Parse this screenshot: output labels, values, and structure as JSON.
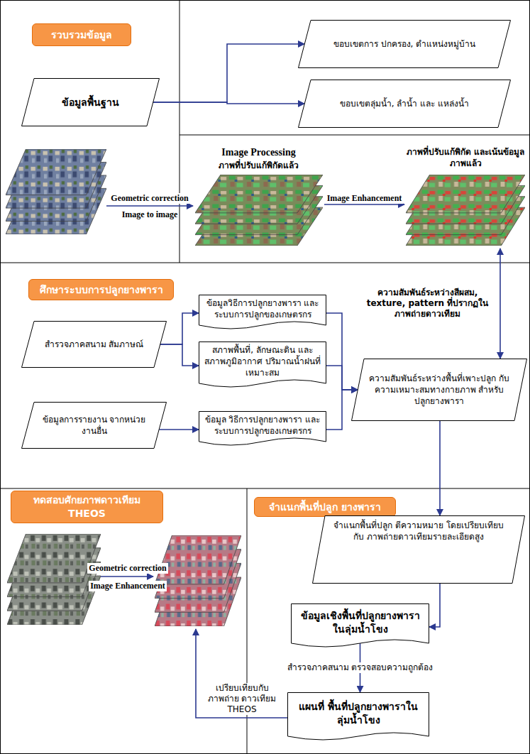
{
  "diagram": {
    "nodes": [
      {
        "text": [
          "รวบรวมข้อมูล"
        ]
      },
      {
        "text": [
          "ข้อมูลพื้นฐาน"
        ]
      },
      {
        "text": [
          "ขอบเขตการ ปกครอง, ตำแหน่งหมู่บ้าน"
        ]
      },
      {
        "text": [
          "ขอบเขตลุ่มน้ำ, ลำน้ำ และ แหล่งน้ำ"
        ]
      },
      {
        "text": [
          "Image Processing",
          "ภาพที่ปรับแก้พิกัดแล้ว"
        ]
      },
      {
        "text": [
          "ภาพที่ปรับแก้พิกัด และเน้นข้อมูลภาพแล้ว"
        ]
      },
      {
        "text": [
          "ศึกษาระบบการปลูกยางพารา"
        ]
      },
      {
        "text": [
          "สำรวจภาคสนาม สัมภาษณ์"
        ]
      },
      {
        "text": [
          "ข้อมูลวิธีการปลูกยางพารา และระบบการปลูกของเกษตรกร"
        ]
      },
      {
        "text": [
          "สภาพพื้นที่, ลักษณะดิน และสภาพภูมิอากาศ ปริมาณน้ำฝนที่เหมาะสม"
        ]
      },
      {
        "text": [
          "ข้อมูลการรายงาน จากหน่วยงานอื่น"
        ]
      },
      {
        "text": [
          "ข้อมูล วิธีการปลูกยางพารา และระบบการปลูกของเกษตรกร"
        ]
      },
      {
        "text": [
          "ความสัมพันธ์ระหว่างพื้นที่เพาะปลูก กับความเหมาะสมทางกายภาพ สำหรับปลูกยางพารา"
        ]
      },
      {
        "text": [
          "ทดสอบศักยภาพดาวเทียม THEOS"
        ]
      },
      {
        "text": [
          "จำแนกพื้นที่ปลูก ยางพารา"
        ]
      },
      {
        "text": [
          "จำแนกพื้นที่ปลูก ตีความหมาย โดยเปรียบเทียบกับ ภาพถ่ายดาวเทียมรายละเอียดสูง"
        ]
      },
      {
        "text": [
          "ข้อมูลเชิงพื้นที่ปลูกยางพารา ในลุ่มน้ำโขง"
        ]
      },
      {
        "text": [
          "แผนที่ พื้นที่ปลูกยางพาราในลุ่มน้ำโขง"
        ]
      }
    ],
    "edges": [
      {
        "from": 1,
        "to": 2,
        "arrow": "to"
      },
      {
        "from": 1,
        "to": 3,
        "arrow": "to"
      },
      {
        "from": 4,
        "to": 5,
        "label": "Image Enhancement",
        "arrow": "to"
      },
      {
        "from": 5,
        "to": 12,
        "label": "ความสัมพันธ์ระหว่างสีผสม, texture, pattern ที่ปรากฏในภาพถ่ายดาวเทียม",
        "arrow": "both"
      },
      {
        "from": 7,
        "to": 8,
        "arrow": "to"
      },
      {
        "from": 7,
        "to": 9,
        "arrow": "to"
      },
      {
        "from": 10,
        "to": 11,
        "arrow": "to"
      },
      {
        "from": 8,
        "to": 12,
        "arrow": "to"
      },
      {
        "from": 9,
        "to": 12,
        "arrow": "to"
      },
      {
        "from": 11,
        "to": 12,
        "arrow": "to"
      },
      {
        "from": 12,
        "to": 15,
        "arrow": "to"
      },
      {
        "from": 15,
        "to": 16,
        "arrow": "to"
      },
      {
        "from": 16,
        "to": 17,
        "label": "สำรวจภาคสนาม ตรวจสอบความถูกต้อง",
        "arrow": "to"
      }
    ],
    "labels": [
      "Geometric correction",
      "Image to image",
      "Geometric correction",
      "Image Enhancement",
      "เปรียบเทียบกับภาพถ่าย ดาวเทียม THEOS"
    ]
  }
}
